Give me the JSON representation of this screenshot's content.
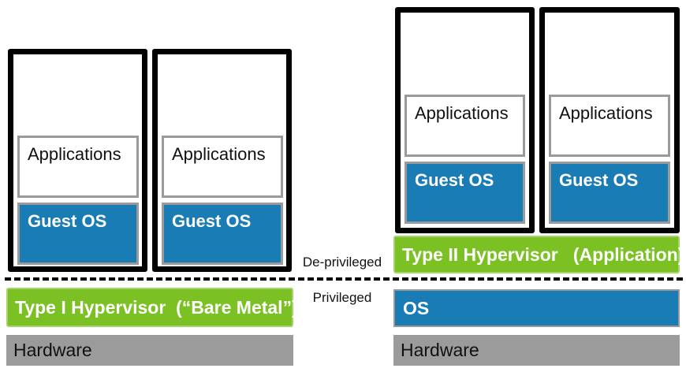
{
  "left": {
    "vms": [
      {
        "applications": "Applications",
        "guest_os": "Guest OS"
      },
      {
        "applications": "Applications",
        "guest_os": "Guest OS"
      }
    ],
    "hypervisor": "Type I Hypervisor  (“Bare Metal”)",
    "hardware": "Hardware"
  },
  "right": {
    "vms": [
      {
        "applications": "Applications",
        "guest_os": "Guest OS"
      },
      {
        "applications": "Applications",
        "guest_os": "Guest OS"
      }
    ],
    "hypervisor": "Type II Hypervisor   (Application)",
    "os": "OS",
    "hardware": "Hardware"
  },
  "labels": {
    "deprivileged": "De-privileged",
    "privileged": "Privileged"
  },
  "colors": {
    "hypervisor_green": "#7cc123",
    "guest_os_blue": "#1a7cb4",
    "hardware_gray": "#9b9b9b",
    "frame_black": "#000000"
  }
}
